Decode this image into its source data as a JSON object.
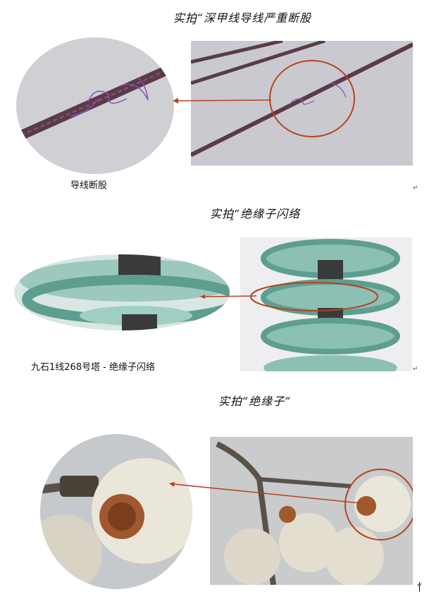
{
  "sections": [
    {
      "title": "实拍“深甲线导线严重断股",
      "title_tail": "”",
      "caption": "导线断股",
      "photo_subject": "conductor-strand-break"
    },
    {
      "title": "实拍“绝缘子闪络",
      "title_tail": "”",
      "caption": "九石1线268号塔 - 绝缘子闪络",
      "photo_subject": "insulator-flashover"
    },
    {
      "title": "实拍“绝缘子”",
      "title_tail": "",
      "caption": "",
      "photo_subject": "porcelain-insulator"
    }
  ],
  "paragraph_mark": "↵",
  "colors": {
    "highlight_circle": "#b8421f",
    "pointer_line": "#b8421f",
    "sky_gray": "#c9c9cf",
    "conductor": "#5a3a4a",
    "glass_insulator": "#7fb5a8",
    "porcelain": "#e8e4d8"
  }
}
